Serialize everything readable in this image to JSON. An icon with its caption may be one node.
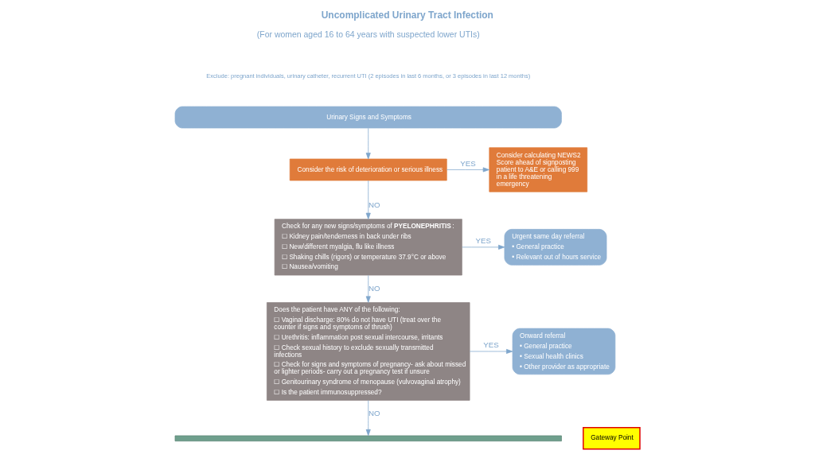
{
  "diagram": {
    "title": "Uncomplicated Urinary Tract Infection",
    "nodes": [
      {
        "text": [
          "Urinary Signs and Symptoms"
        ]
      },
      {
        "text": [
          "Consider the risk of deterioration or serious illness"
        ]
      },
      {
        "text": [
          "Consider calculating NEWS2 Score ahead of signposting patient to A&E or calling 999 in a life threatening emergency"
        ]
      },
      {
        "text": [
          "Check for any new signs/symptoms of **PYELONEPHRITIS**:",
          "☐ Kidney pain/tenderness in back under ribs",
          "☐ New/different myalgia, flu like illness",
          "☐ Shaking chills (rigors) or temperature 37.9°C or above",
          "☐ Nausea/vomiting"
        ]
      },
      {
        "text": [
          "Urgent same day referral",
          "• General practice",
          "• Relevant out of hours service"
        ]
      },
      {
        "text": [
          "Does the patient have ANY of the following:",
          "☐ Vaginal discharge: 80% do not have UTI (treat over the counter if signs and symptoms of thrush)",
          "☐ Urethritis: inflammation post sexual intercourse, irritants",
          "☐ Check sexual history to exclude sexually transmitted infections",
          "☐ Check for signs and symptoms of pregnancy- ask about missed or lighter periods- carry out a pregnancy test if unsure",
          "☐ Genitourinary syndrome of menopause (vulvovaginal atrophy)",
          "☐ Is the patient immunosuppressed?"
        ]
      },
      {
        "text": [
          "Onward referral",
          "• General practice",
          "• Sexual health clinics",
          "• Other provider as appropriate"
        ]
      },
      {
        "text": [
          "Gateway Point"
        ]
      },
      {
        "text": [],
        "shape": "bar"
      }
    ],
    "edges": [
      {
        "from": 0,
        "to": 1,
        "arrow": "to"
      },
      {
        "from": 1,
        "to": 2,
        "arrow": "to",
        "label": "YES"
      },
      {
        "from": 1,
        "to": 3,
        "arrow": "to",
        "label": "NO"
      },
      {
        "from": 3,
        "to": 4,
        "arrow": "to",
        "label": "YES"
      },
      {
        "from": 3,
        "to": 5,
        "arrow": "to",
        "label": "NO"
      },
      {
        "from": 5,
        "to": 6,
        "arrow": "to",
        "label": "YES"
      },
      {
        "from": 5,
        "to": 8,
        "arrow": "to",
        "label": "NO"
      }
    ],
    "labels": [
      "(For women aged 16 to 64 years with suspected lower UTIs)",
      "Exclude: pregnant individuals, urinary catheter, recurrent UTI (2 episodes in last 6 months, or 3 episodes in last 12 months)"
    ]
  }
}
